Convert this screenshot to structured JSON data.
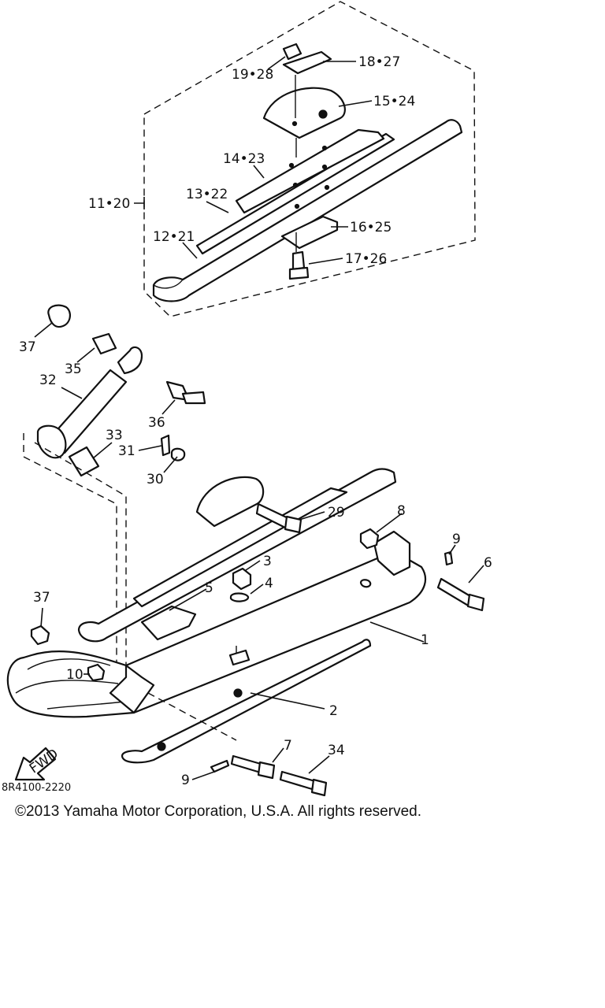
{
  "callouts": [
    {
      "id": "19-28",
      "text": "19•28"
    },
    {
      "id": "18-27",
      "text": "18•27"
    },
    {
      "id": "15-24",
      "text": "15•24"
    },
    {
      "id": "14-23",
      "text": "14•23"
    },
    {
      "id": "13-22",
      "text": "13•22"
    },
    {
      "id": "11-20",
      "text": "11•20"
    },
    {
      "id": "12-21",
      "text": "12•21"
    },
    {
      "id": "16-25",
      "text": "16•25"
    },
    {
      "id": "17-26",
      "text": "17•26"
    },
    {
      "id": "37a",
      "text": "37"
    },
    {
      "id": "35",
      "text": "35"
    },
    {
      "id": "32",
      "text": "32"
    },
    {
      "id": "36",
      "text": "36"
    },
    {
      "id": "33",
      "text": "33"
    },
    {
      "id": "31",
      "text": "31"
    },
    {
      "id": "30",
      "text": "30"
    },
    {
      "id": "29",
      "text": "29"
    },
    {
      "id": "8",
      "text": "8"
    },
    {
      "id": "9a",
      "text": "9"
    },
    {
      "id": "6",
      "text": "6"
    },
    {
      "id": "3",
      "text": "3"
    },
    {
      "id": "4",
      "text": "4"
    },
    {
      "id": "5",
      "text": "5"
    },
    {
      "id": "37b",
      "text": "37"
    },
    {
      "id": "1",
      "text": "1"
    },
    {
      "id": "10",
      "text": "10"
    },
    {
      "id": "2",
      "text": "2"
    },
    {
      "id": "7",
      "text": "7"
    },
    {
      "id": "34",
      "text": "34"
    },
    {
      "id": "9b",
      "text": "9"
    }
  ],
  "fwd_arrow": {
    "text": "FWD"
  },
  "figure_code": "8R4100-2220",
  "copyright": "©2013 Yamaha Motor Corporation, U.S.A. All rights reserved."
}
